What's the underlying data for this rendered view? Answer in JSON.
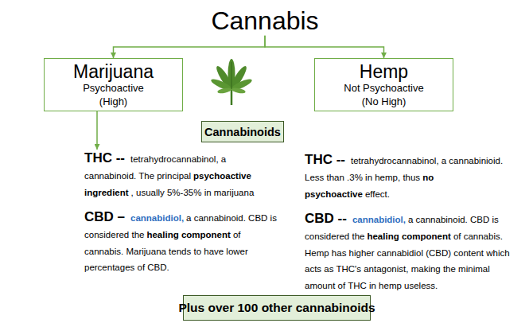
{
  "diagram": {
    "nodes": [
      {
        "text": [
          "Cannabis"
        ]
      },
      {
        "text": [
          "Marijuana",
          "Psychoactive (High)"
        ]
      },
      {
        "text": [
          "Hemp",
          "Not Psychoactive (No High)"
        ]
      },
      {
        "text": [
          "Cannabinoids"
        ]
      },
      {
        "text": [
          "THC --",
          "tetrahydrocannabinol, a cannabinoid. The principal",
          "psychoactive ingredient",
          ", usually 5%-35% in marijuana"
        ]
      },
      {
        "text": [
          "CBD –",
          "cannabidiol,",
          "a cannabinoid. CBD is considered the",
          "healing component",
          "of cannabis. Marijuana tends to have lower percentages of CBD."
        ]
      },
      {
        "text": [
          "THC --",
          "tetrahydrocannabinol, a cannabinioid. Less than .3% in hemp, thus",
          "no psychoactive",
          "effect."
        ]
      },
      {
        "text": [
          "CBD --",
          "cannabidiol,",
          "a cannabinoid. CBD is considered the",
          "healing component",
          "of cannabis. Hemp has higher cannabidiol (CBD) content which acts as THC's antagonist, making the minimal amount of THC in hemp useless."
        ]
      },
      {
        "text": [
          "Plus over 100 other cannabinoids"
        ]
      }
    ],
    "edges": [
      {
        "from": 0,
        "to": 1,
        "arrow": "to"
      },
      {
        "from": 0,
        "to": 2,
        "arrow": "to"
      },
      {
        "from": 1,
        "to": 4,
        "arrow": "to"
      }
    ]
  }
}
